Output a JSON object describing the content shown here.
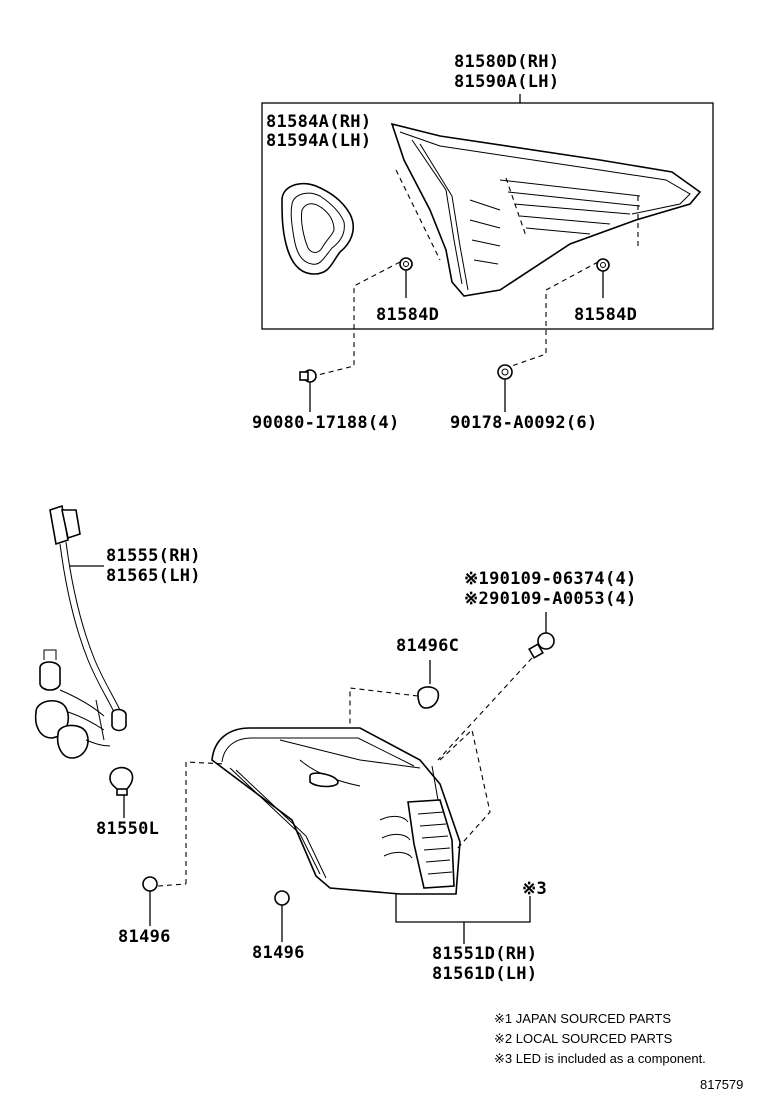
{
  "labels": {
    "lens_assy_rh": "81580D(RH)",
    "lens_assy_lh": "81590A(LH)",
    "gasket_rh": "81584A(RH)",
    "gasket_lh": "81594A(LH)",
    "clip_left": "81584D",
    "clip_right": "81584D",
    "bolt_a": "90080-17188(4)",
    "nut_b": "90178-A0092(6)",
    "socket_rh": "81555(RH)",
    "socket_lh": "81565(LH)",
    "screw_1": "※190109-06374(4)",
    "screw_2": "※290109-A0053(4)",
    "cushion_c": "81496C",
    "bulb": "81550L",
    "cushion_left": "81496",
    "cushion_mid": "81496",
    "ref_3": "※3",
    "lamp_assy_rh": "81551D(RH)",
    "lamp_assy_lh": "81561D(LH)"
  },
  "notes": [
    "※1 JAPAN SOURCED PARTS",
    "※2 LOCAL SOURCED PARTS",
    "※3 LED is included as a component."
  ],
  "diagram_id": "817579"
}
